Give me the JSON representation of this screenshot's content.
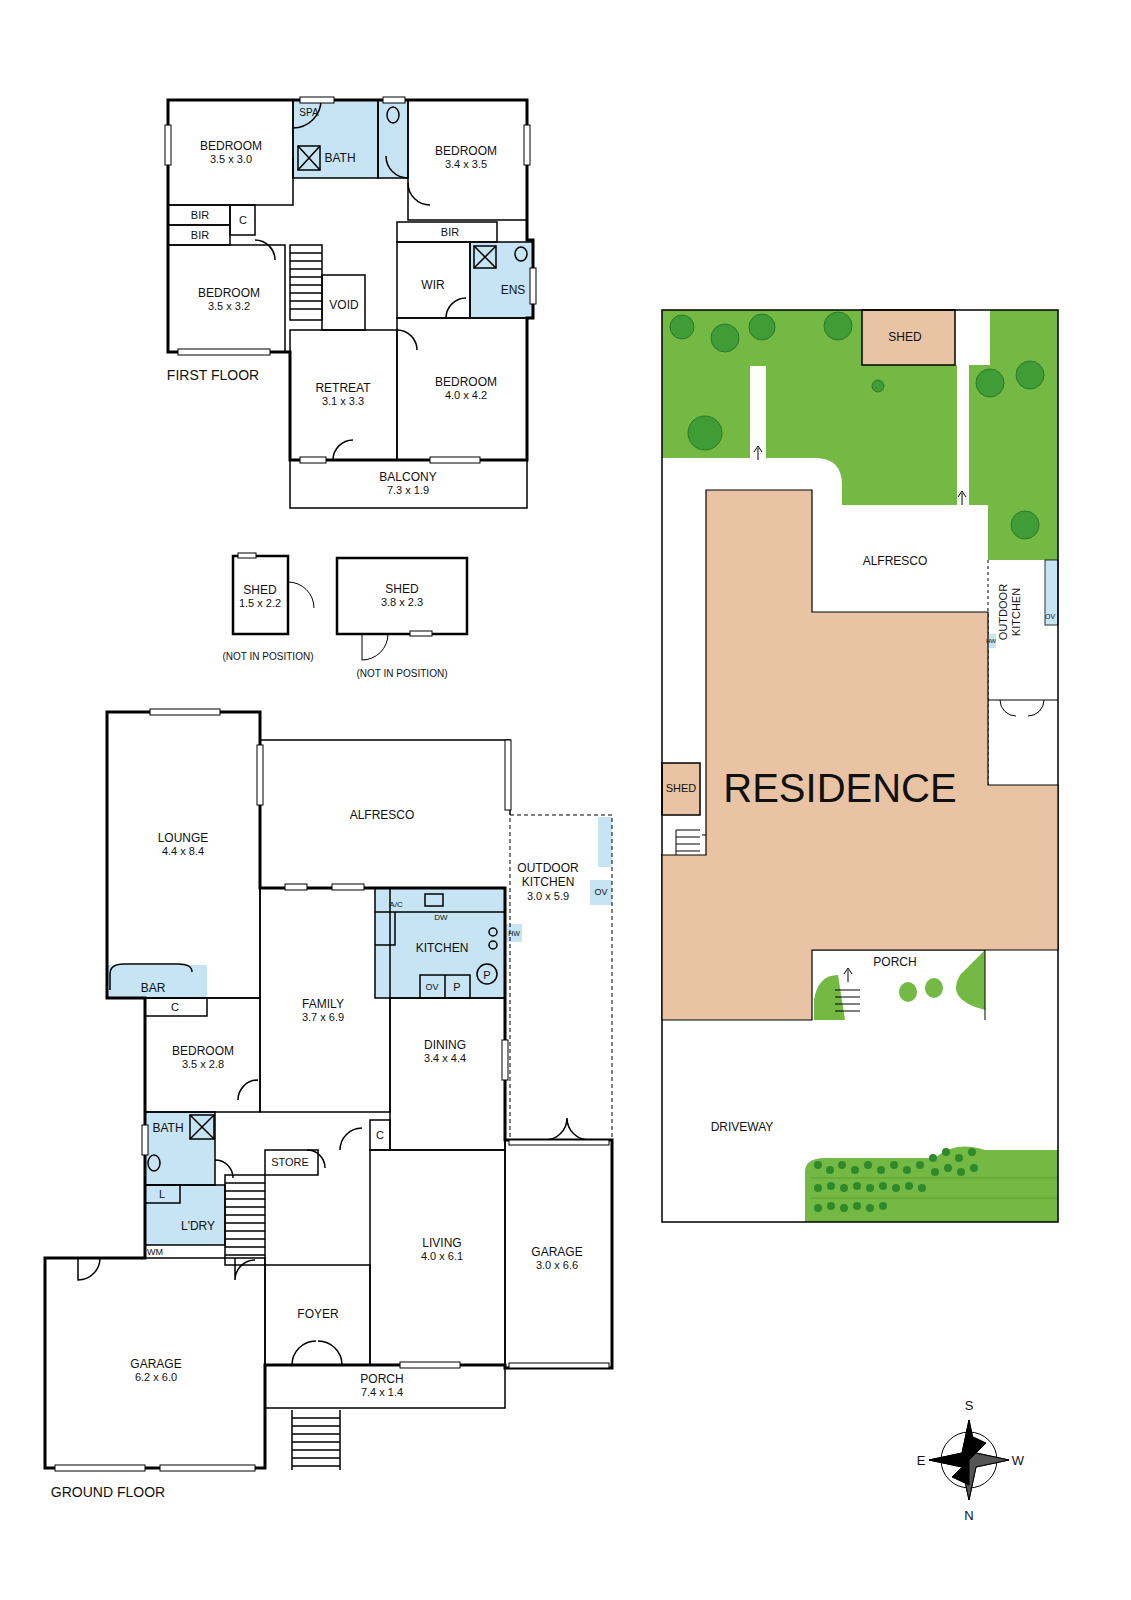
{
  "diagram": {
    "nodes": [
      {
        "text": [
          "BEDROOM",
          "3.5 x 3.0"
        ]
      },
      {
        "text": [
          "BATH"
        ]
      },
      {
        "text": [
          "BEDROOM",
          "3.4 x 3.5"
        ]
      },
      {
        "text": [
          "BEDROOM",
          "3.5 x 3.2"
        ]
      },
      {
        "text": [
          "WIR"
        ]
      },
      {
        "text": [
          "ENS"
        ]
      },
      {
        "text": [
          "VOID"
        ]
      },
      {
        "text": [
          "RETREAT",
          "3.1 x 3.3"
        ]
      },
      {
        "text": [
          "BEDROOM",
          "4.0 x 4.2"
        ]
      },
      {
        "text": [
          "BALCONY",
          "7.3 x 1.9"
        ]
      },
      {
        "text": [
          "SHED",
          "1.5 x 2.2"
        ]
      },
      {
        "text": [
          "SHED",
          "3.8 x 2.3"
        ]
      },
      {
        "text": [
          "LOUNGE",
          "4.4 x 8.4"
        ]
      },
      {
        "text": [
          "ALFRESCO"
        ]
      },
      {
        "text": [
          "OUTDOOR KITCHEN",
          "3.0 x 5.9"
        ]
      },
      {
        "text": [
          "KITCHEN"
        ]
      },
      {
        "text": [
          "BAR"
        ]
      },
      {
        "text": [
          "FAMILY",
          "3.7 x 6.9"
        ]
      },
      {
        "text": [
          "BEDROOM",
          "3.5 x 2.8"
        ]
      },
      {
        "text": [
          "DINING",
          "3.4 x 4.4"
        ]
      },
      {
        "text": [
          "BATH"
        ]
      },
      {
        "text": [
          "STORE"
        ]
      },
      {
        "text": [
          "L'DRY"
        ]
      },
      {
        "text": [
          "LIVING",
          "4.0 x 6.1"
        ]
      },
      {
        "text": [
          "GARAGE",
          "3.0 x 6.6"
        ]
      },
      {
        "text": [
          "FOYER"
        ]
      },
      {
        "text": [
          "GARAGE",
          "6.2 x 6.0"
        ]
      },
      {
        "text": [
          "PORCH",
          "7.4 x 1.4"
        ]
      },
      {
        "text": [
          "SHED"
        ]
      },
      {
        "text": [
          "ALFRESCO"
        ]
      },
      {
        "text": [
          "OUTDOOR KITCHEN"
        ]
      },
      {
        "text": [
          "RESIDENCE"
        ]
      },
      {
        "text": [
          "SHED"
        ]
      },
      {
        "text": [
          "PORCH"
        ]
      },
      {
        "text": [
          "DRIVEWAY"
        ]
      }
    ],
    "labels": [
      "FIRST FLOOR",
      "SPA",
      "BIR",
      "C",
      "BIR",
      "BIR",
      "(NOT IN POSITION)",
      "(NOT IN POSITION)",
      "A/C",
      "DW",
      "HW",
      "OV",
      "C",
      "OV",
      "P",
      "P",
      "C",
      "L",
      "WM",
      "GROUND FLOOR",
      "OV",
      "HW",
      "S",
      "E",
      "W",
      "N"
    ]
  }
}
